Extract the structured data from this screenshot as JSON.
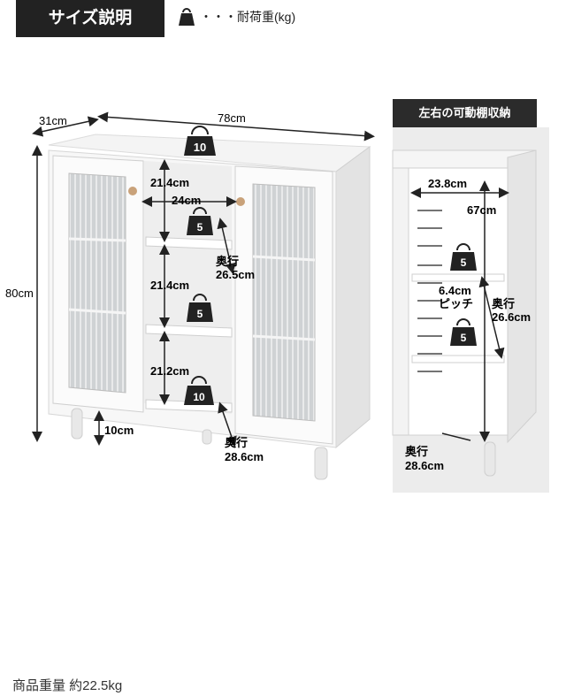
{
  "header": {
    "title": "サイズ説明",
    "legend_label": "・・・耐荷重(kg)"
  },
  "main": {
    "dims": {
      "depth_top": "31cm",
      "width_top": "78cm",
      "height_total": "80cm",
      "shelf_gap_1": "21.4cm",
      "inner_width": "24cm",
      "shelf_gap_2": "21.4cm",
      "shelf_gap_3": "21.2cm",
      "inner_depth": "奥行\n26.5cm",
      "leg_height": "10cm",
      "bottom_depth": "奥行\n28.6cm"
    },
    "loads": {
      "top": "10",
      "shelf_1": "5",
      "shelf_2": "5",
      "bottom": "10"
    }
  },
  "side": {
    "title": "左右の可動棚収納",
    "inner_width": "23.8cm",
    "inner_height": "67cm",
    "pitch": "6.4cm\nピッチ",
    "depth": "奥行\n26.6cm",
    "bottom_depth": "奥行\n28.6cm",
    "loads": {
      "shelf_1": "5",
      "shelf_2": "5"
    }
  },
  "footer": {
    "weight_text": "商品重量 約22.5kg"
  }
}
